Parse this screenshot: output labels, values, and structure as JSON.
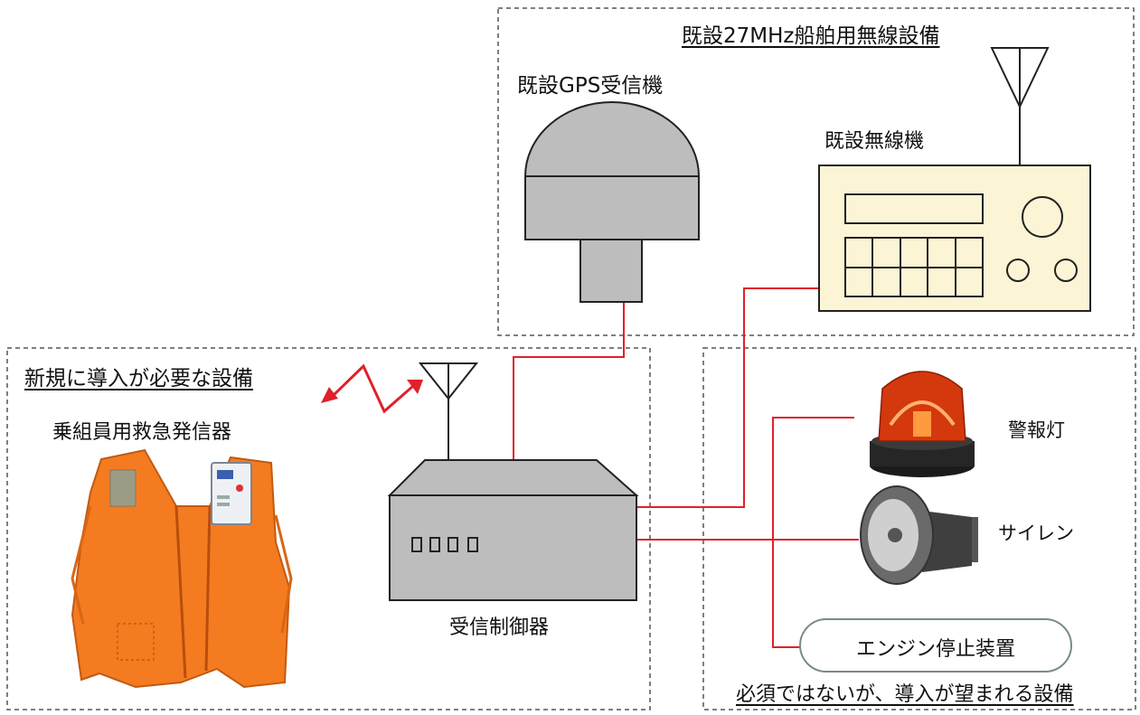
{
  "colors": {
    "signal_line": "#e0202a",
    "device_gray": "#bdbdbd",
    "radio_body": "#fbf5d6",
    "box_dash": "#555555"
  },
  "groups": {
    "existing_radio": "既設27MHz船舶用無線設備",
    "new_required": "新規に導入が必要な設備",
    "recommended": "必須ではないが、導入が望まれる設備"
  },
  "devices": {
    "gps_receiver": "既設GPS受信機",
    "radio": "既設無線機",
    "beacon": "乗組員用救急発信器",
    "controller": "受信制御器",
    "warning_light": "警報灯",
    "siren": "サイレン",
    "engine_stop": "エンジン停止装置"
  }
}
